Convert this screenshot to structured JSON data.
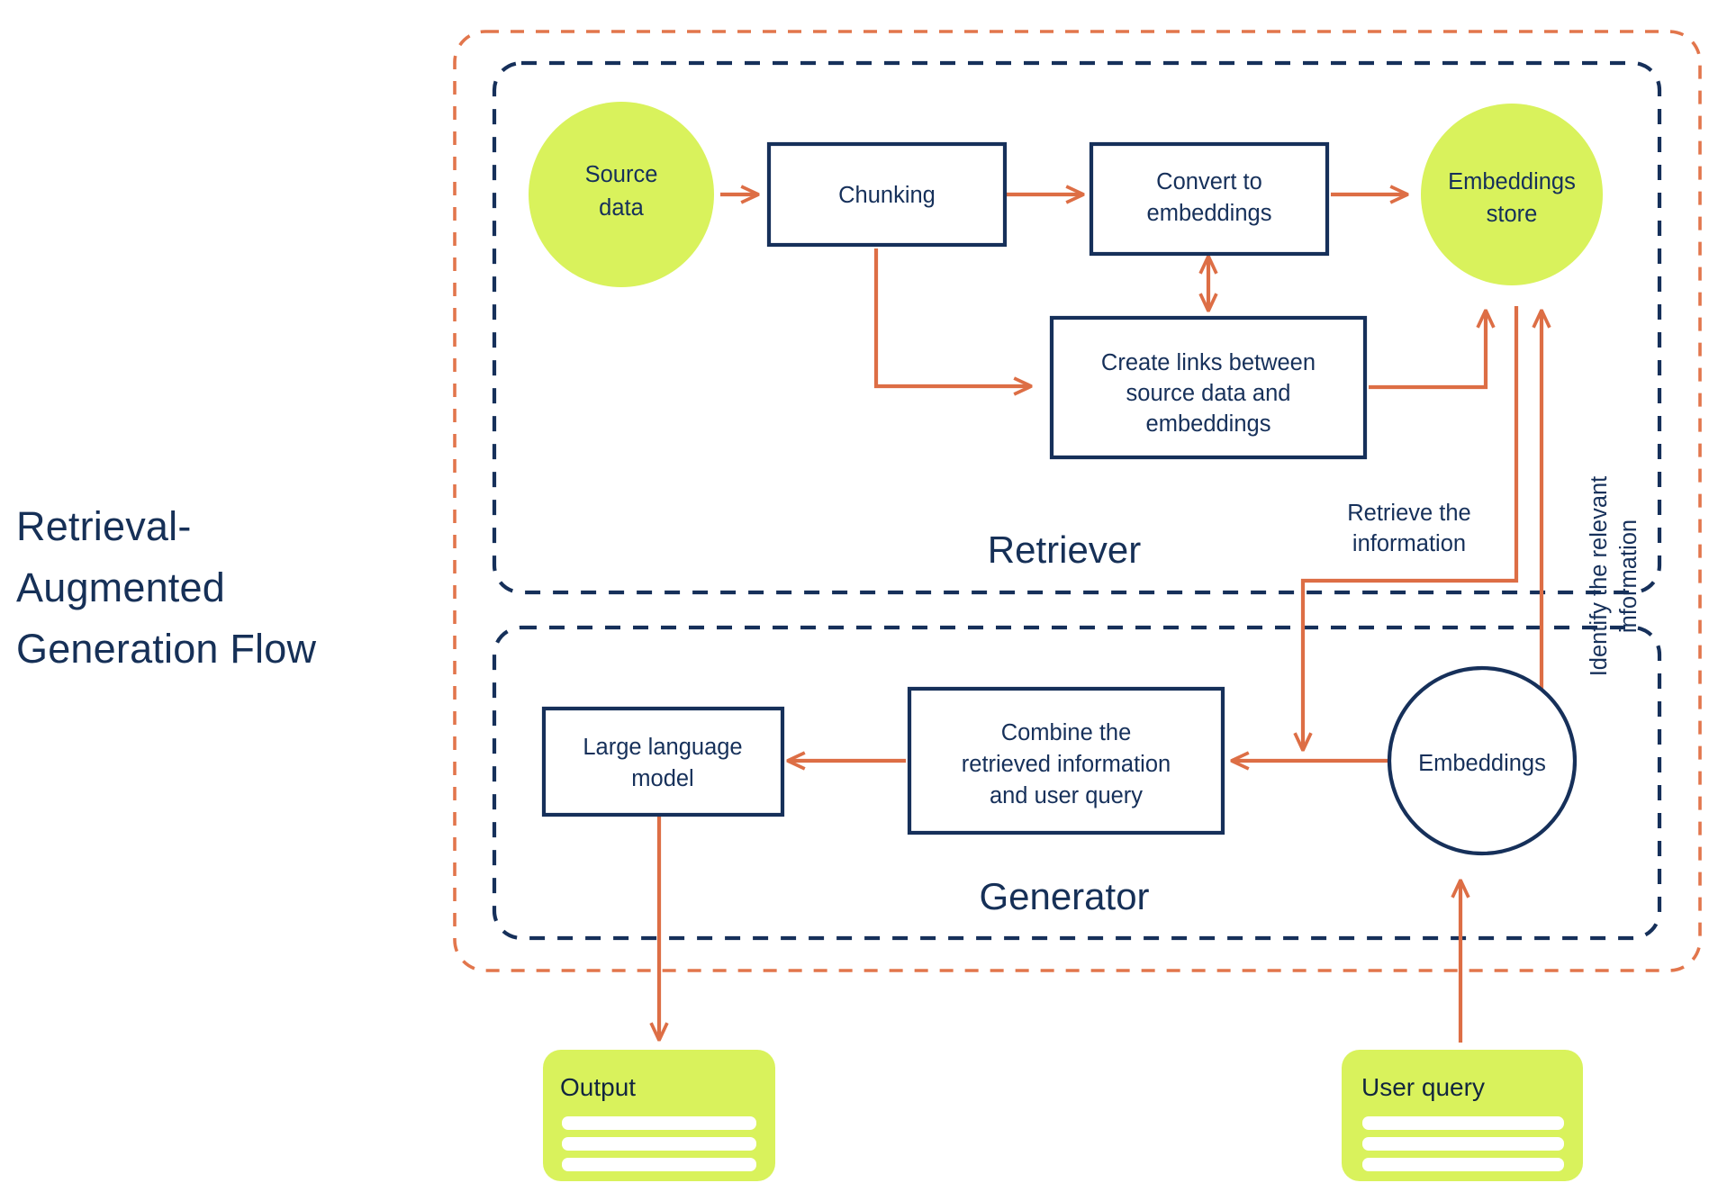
{
  "page": {
    "title": "Retrieval-Augmented Generation Flow",
    "title_lines": [
      "Retrieval-",
      "Augmented",
      "Generation Flow"
    ],
    "background_color": "#ffffff"
  },
  "colors": {
    "navy": "#16305a",
    "orange": "#dd6e45",
    "orange_dashed": "#e2764c",
    "lime": "#d9f25c",
    "white": "#ffffff"
  },
  "groups": [
    {
      "id": "rag-boundary",
      "label": "",
      "border_style": "dashed",
      "border_color": "#e2764c"
    },
    {
      "id": "retriever",
      "label": "Retriever",
      "border_style": "dashed",
      "border_color": "#16305a"
    },
    {
      "id": "generator",
      "label": "Generator",
      "border_style": "dashed",
      "border_color": "#16305a"
    }
  ],
  "nodes": {
    "source_data": {
      "label_lines": [
        "Source",
        "data"
      ],
      "shape": "circle",
      "fill": "#d9f25c"
    },
    "chunking": {
      "label_lines": [
        "Chunking"
      ],
      "shape": "rect",
      "fill": "#ffffff"
    },
    "convert_to_embeddings": {
      "label_lines": [
        "Convert to",
        "embeddings"
      ],
      "shape": "rect",
      "fill": "#ffffff"
    },
    "embeddings_store": {
      "label_lines": [
        "Embeddings",
        "store"
      ],
      "shape": "circle",
      "fill": "#d9f25c"
    },
    "create_links": {
      "label_lines": [
        "Create links between",
        "source data and",
        "embeddings"
      ],
      "shape": "rect",
      "fill": "#ffffff"
    },
    "large_language_model": {
      "label_lines": [
        "Large language",
        "model"
      ],
      "shape": "rect",
      "fill": "#ffffff"
    },
    "combine_information": {
      "label_lines": [
        "Combine the",
        "retrieved information",
        "and user query"
      ],
      "shape": "rect",
      "fill": "#ffffff"
    },
    "embeddings": {
      "label_lines": [
        "Embeddings"
      ],
      "shape": "circle",
      "fill": "#ffffff"
    },
    "output_card": {
      "label": "Output",
      "shape": "rounded-card",
      "fill": "#d9f25c",
      "placeholder_lines": 3
    },
    "user_query_card": {
      "label": "User query",
      "shape": "rounded-card",
      "fill": "#d9f25c",
      "placeholder_lines": 3
    }
  },
  "edge_labels": {
    "retrieve_information": {
      "lines": [
        "Retrieve the",
        "information"
      ],
      "orientation": "horizontal"
    },
    "identify_relevant_information": {
      "lines": [
        "Identify the relevant",
        "information"
      ],
      "orientation": "vertical-rotated"
    }
  }
}
